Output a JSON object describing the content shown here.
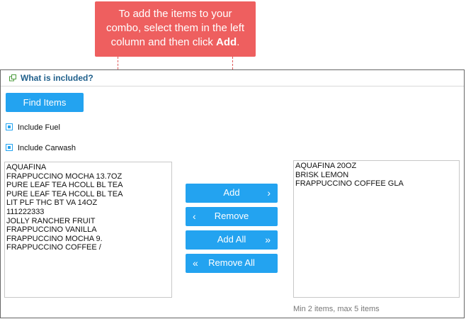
{
  "callout": {
    "line1": "To add the items to your",
    "line2": "combo, select them in the left",
    "line3_prefix": "column and then click ",
    "line3_bold": "Add",
    "line3_suffix": "."
  },
  "panel": {
    "title": "What is included?",
    "icon": "copy-icon"
  },
  "find_button": {
    "label": "Find Items"
  },
  "checkboxes": [
    {
      "label": "Include Fuel"
    },
    {
      "label": "Include Carwash"
    }
  ],
  "left_list": [
    "AQUAFINA",
    "FRAPPUCCINO MOCHA 13.7OZ",
    "PURE LEAF TEA HCOLL BL TEA",
    "PURE LEAF TEA HCOLL BL TEA",
    "LIT PLF THC BT VA 14OZ",
    "111222333",
    "JOLLY RANCHER FRUIT",
    "FRAPPUCCINO VANILLA",
    "FRAPPUCCINO MOCHA 9.",
    "FRAPPUCCINO COFFEE /"
  ],
  "right_list": [
    "AQUAFINA 20OZ",
    "BRISK LEMON",
    "FRAPPUCCINO COFFEE GLA"
  ],
  "actions": {
    "add": "Add",
    "remove": "Remove",
    "add_all": "Add All",
    "remove_all": "Remove All",
    "glyph_right": "›",
    "glyph_left": "‹",
    "glyph_right_double": "»",
    "glyph_left_double": "«"
  },
  "hint": "Min 2 items, max 5 items",
  "colors": {
    "accent": "#23a3f0",
    "callout_bg": "#ee5f5f",
    "title": "#1f5f8b",
    "leader": "#e05555"
  }
}
